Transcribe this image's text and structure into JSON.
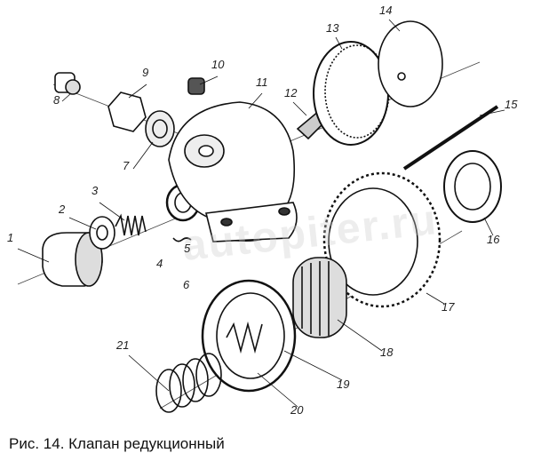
{
  "caption": "Рис. 14. Клапан редукционный",
  "watermark": "autopiter.ru",
  "part_labels": [
    "1",
    "2",
    "3",
    "4",
    "5",
    "6",
    "7",
    "8",
    "9",
    "10",
    "11",
    "12",
    "13",
    "14",
    "15",
    "16",
    "17",
    "18",
    "19",
    "20",
    "21"
  ]
}
